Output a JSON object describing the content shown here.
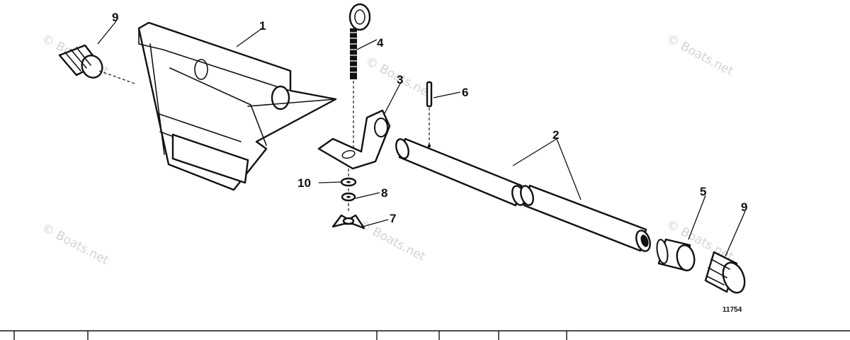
{
  "callouts": {
    "c1": "1",
    "c2": "2",
    "c3": "3",
    "c4": "4",
    "c5": "5",
    "c6": "6",
    "c7": "7",
    "c8": "8",
    "c9a": "9",
    "c9b": "9",
    "c10": "10"
  },
  "figure_number": "11754",
  "watermark": "© Boats.net",
  "colors": {
    "ink": "#111111",
    "watermark": "#d3d3d3",
    "background": "#ffffff"
  }
}
